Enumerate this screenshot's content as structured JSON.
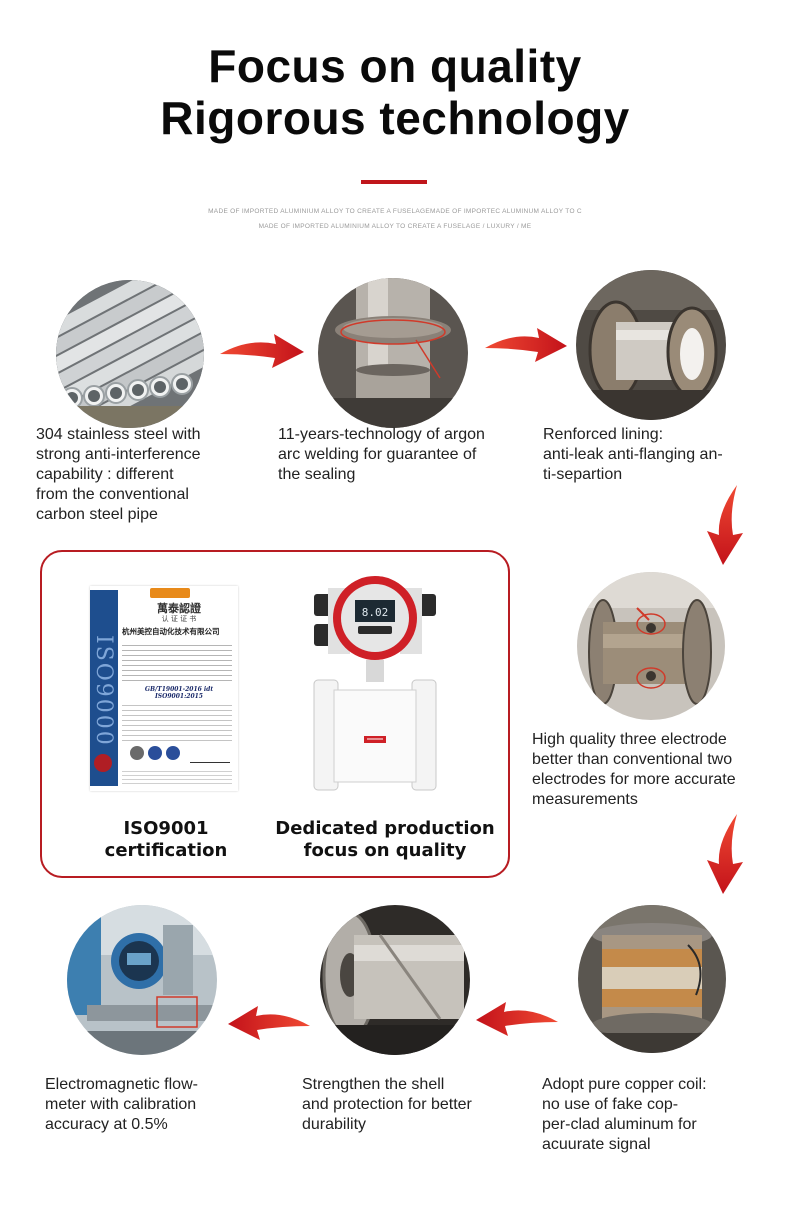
{
  "header": {
    "title_line1": "Focus on quality",
    "title_line2": "Rigorous technology",
    "small_line1": "MADE OF IMPORTED ALUMINIUM ALLOY TO CREATE A FUSELAGEMADE OF IMPORTEC ALUMINUM ALLOY TO C",
    "small_line2": "MADE OF IMPORTED ALUMINIUM ALLOY TO CREATE A FUSELAGE / LUXURY / ME",
    "accent_color": "#c0161b"
  },
  "steps": [
    {
      "id": "pipes",
      "caption": "304 stainless steel with\nstrong anti-interference\ncapability : different\nfrom the conventional\ncarbon steel pipe"
    },
    {
      "id": "welding",
      "caption": "11-years-technology of argon\narc welding for guarantee of\nthe sealing"
    },
    {
      "id": "lining",
      "caption": "Renforced lining:\nanti-leak  anti-flanging  an-\nti-separtion"
    },
    {
      "id": "electrode",
      "caption": "High quality three electrode\nbetter than conventional two\nelectrodes for more accurate\nmeasurements"
    },
    {
      "id": "coil",
      "caption": "Adopt pure copper coil:\nno use of fake cop-\nper-clad aluminum for\nacuurate signal"
    },
    {
      "id": "shell",
      "caption": "Strengthen the shell\nand protection for better\ndurability"
    },
    {
      "id": "calibration",
      "caption": "Electromagnetic flow-\nmeter with calibration\naccuracy at 0.5%"
    }
  ],
  "certificate_box": {
    "iso_caption": "ISO9001\ncertification",
    "product_caption": "Dedicated production\nfocus on quality",
    "cert_side_text": "ISO9000",
    "cert_brand": "萬泰認證",
    "cert_subtitle": "认 证 证 书",
    "cert_company": "杭州美控自动化技术有限公司",
    "cert_standard": "GB/T19001-2016 idt ISO9001:2015",
    "meter_display": "8.02"
  }
}
